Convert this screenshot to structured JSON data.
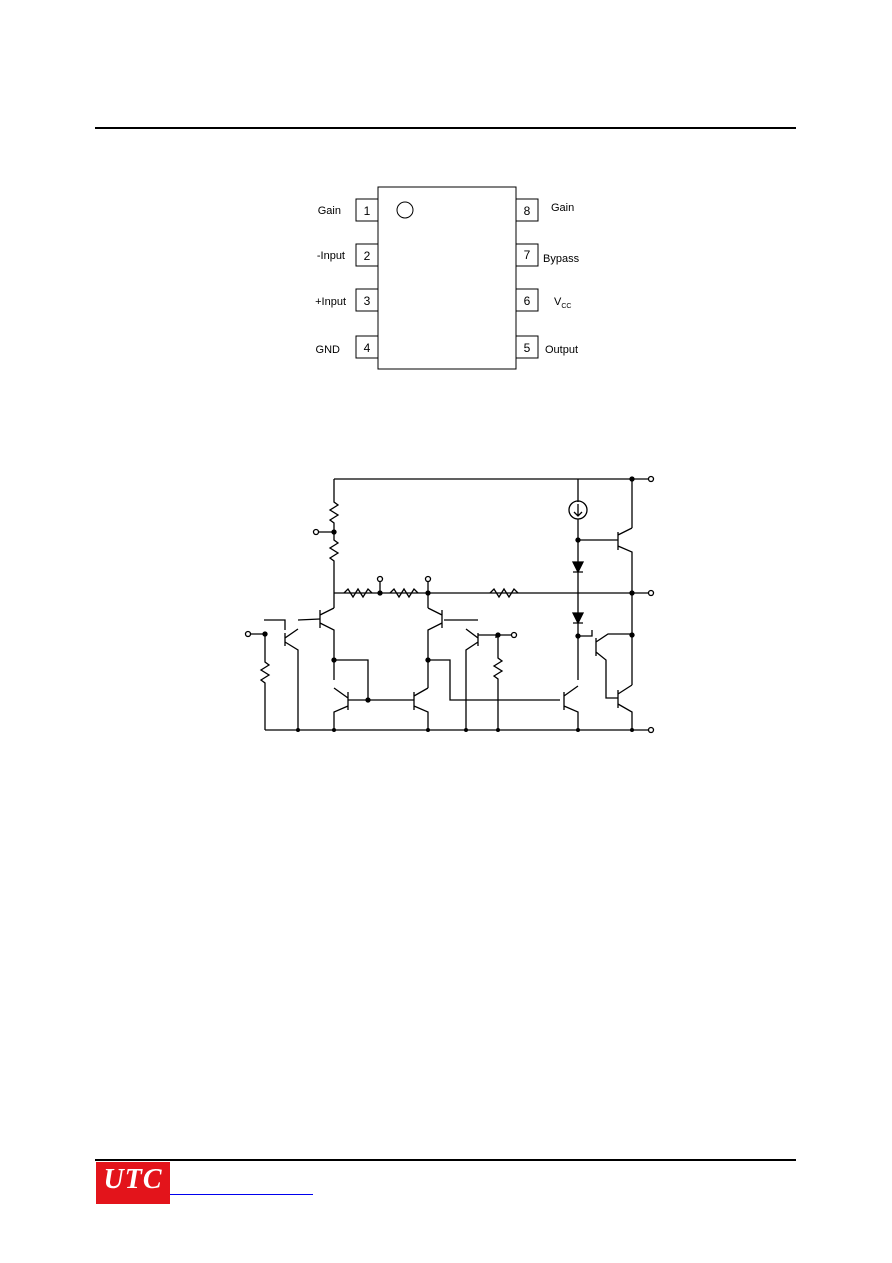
{
  "package": {
    "left_pins": [
      {
        "number": "1",
        "label": "Gain"
      },
      {
        "number": "2",
        "label": "-Input"
      },
      {
        "number": "3",
        "label": "+Input"
      },
      {
        "number": "4",
        "label": "GND"
      }
    ],
    "right_pins": [
      {
        "number": "8",
        "label": "Gain"
      },
      {
        "number": "7",
        "label": "Bypass"
      },
      {
        "number": "6",
        "label": "V",
        "label_sub": "CC"
      },
      {
        "number": "5",
        "label": "Output"
      }
    ]
  },
  "footer": {
    "logo_text": "UTC",
    "logo_color": "#e3141b",
    "link_color": "#0000ee"
  }
}
